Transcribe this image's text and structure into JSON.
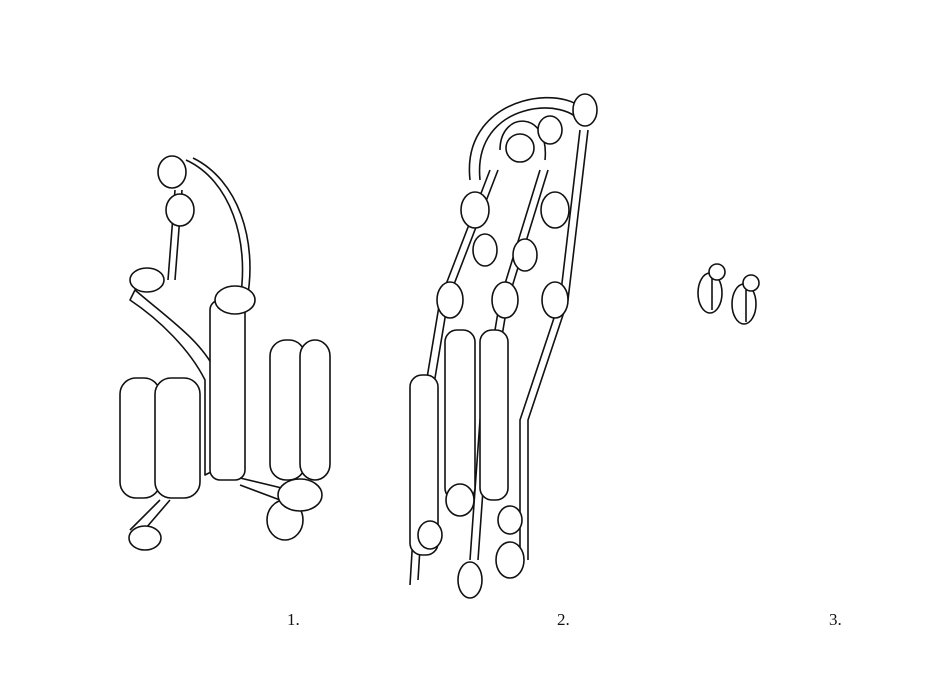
{
  "figure": {
    "panels": [
      {
        "label": "1."
      },
      {
        "label": "2."
      },
      {
        "label": "3."
      }
    ]
  }
}
